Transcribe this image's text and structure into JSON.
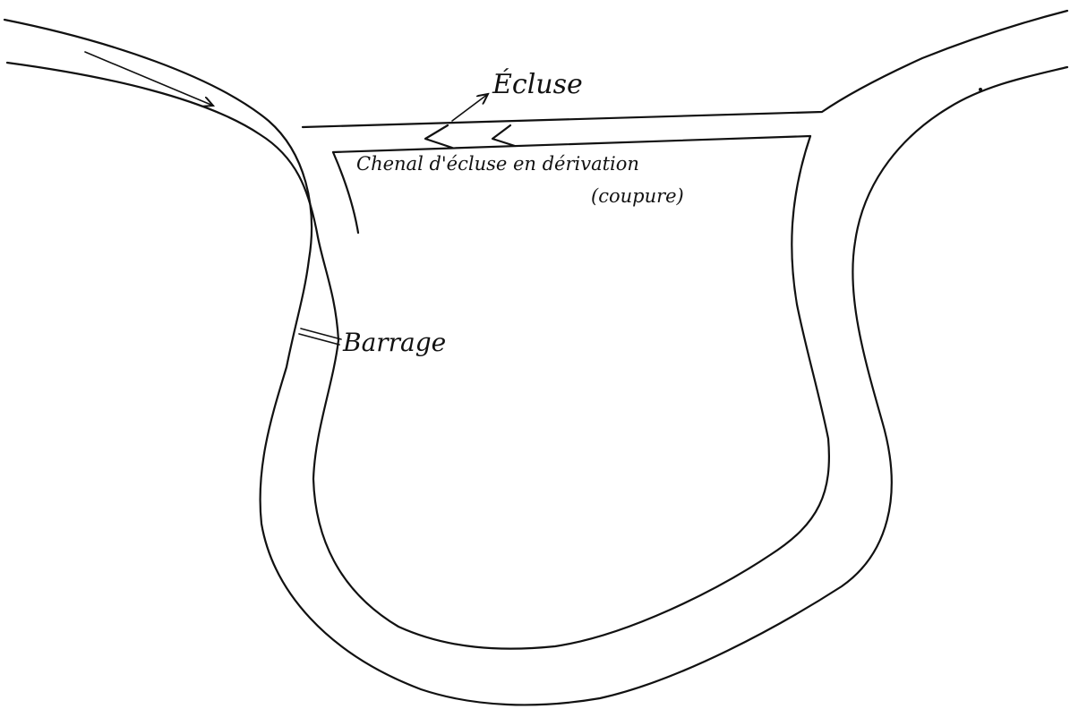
{
  "labels": {
    "ecluse": "Écluse",
    "chenal": "Chenal d'écluse en dérivation",
    "coupure": "(coupure)",
    "barrage": "Barrage"
  },
  "ink_color": "#111111",
  "paper_color": "#ffffff"
}
